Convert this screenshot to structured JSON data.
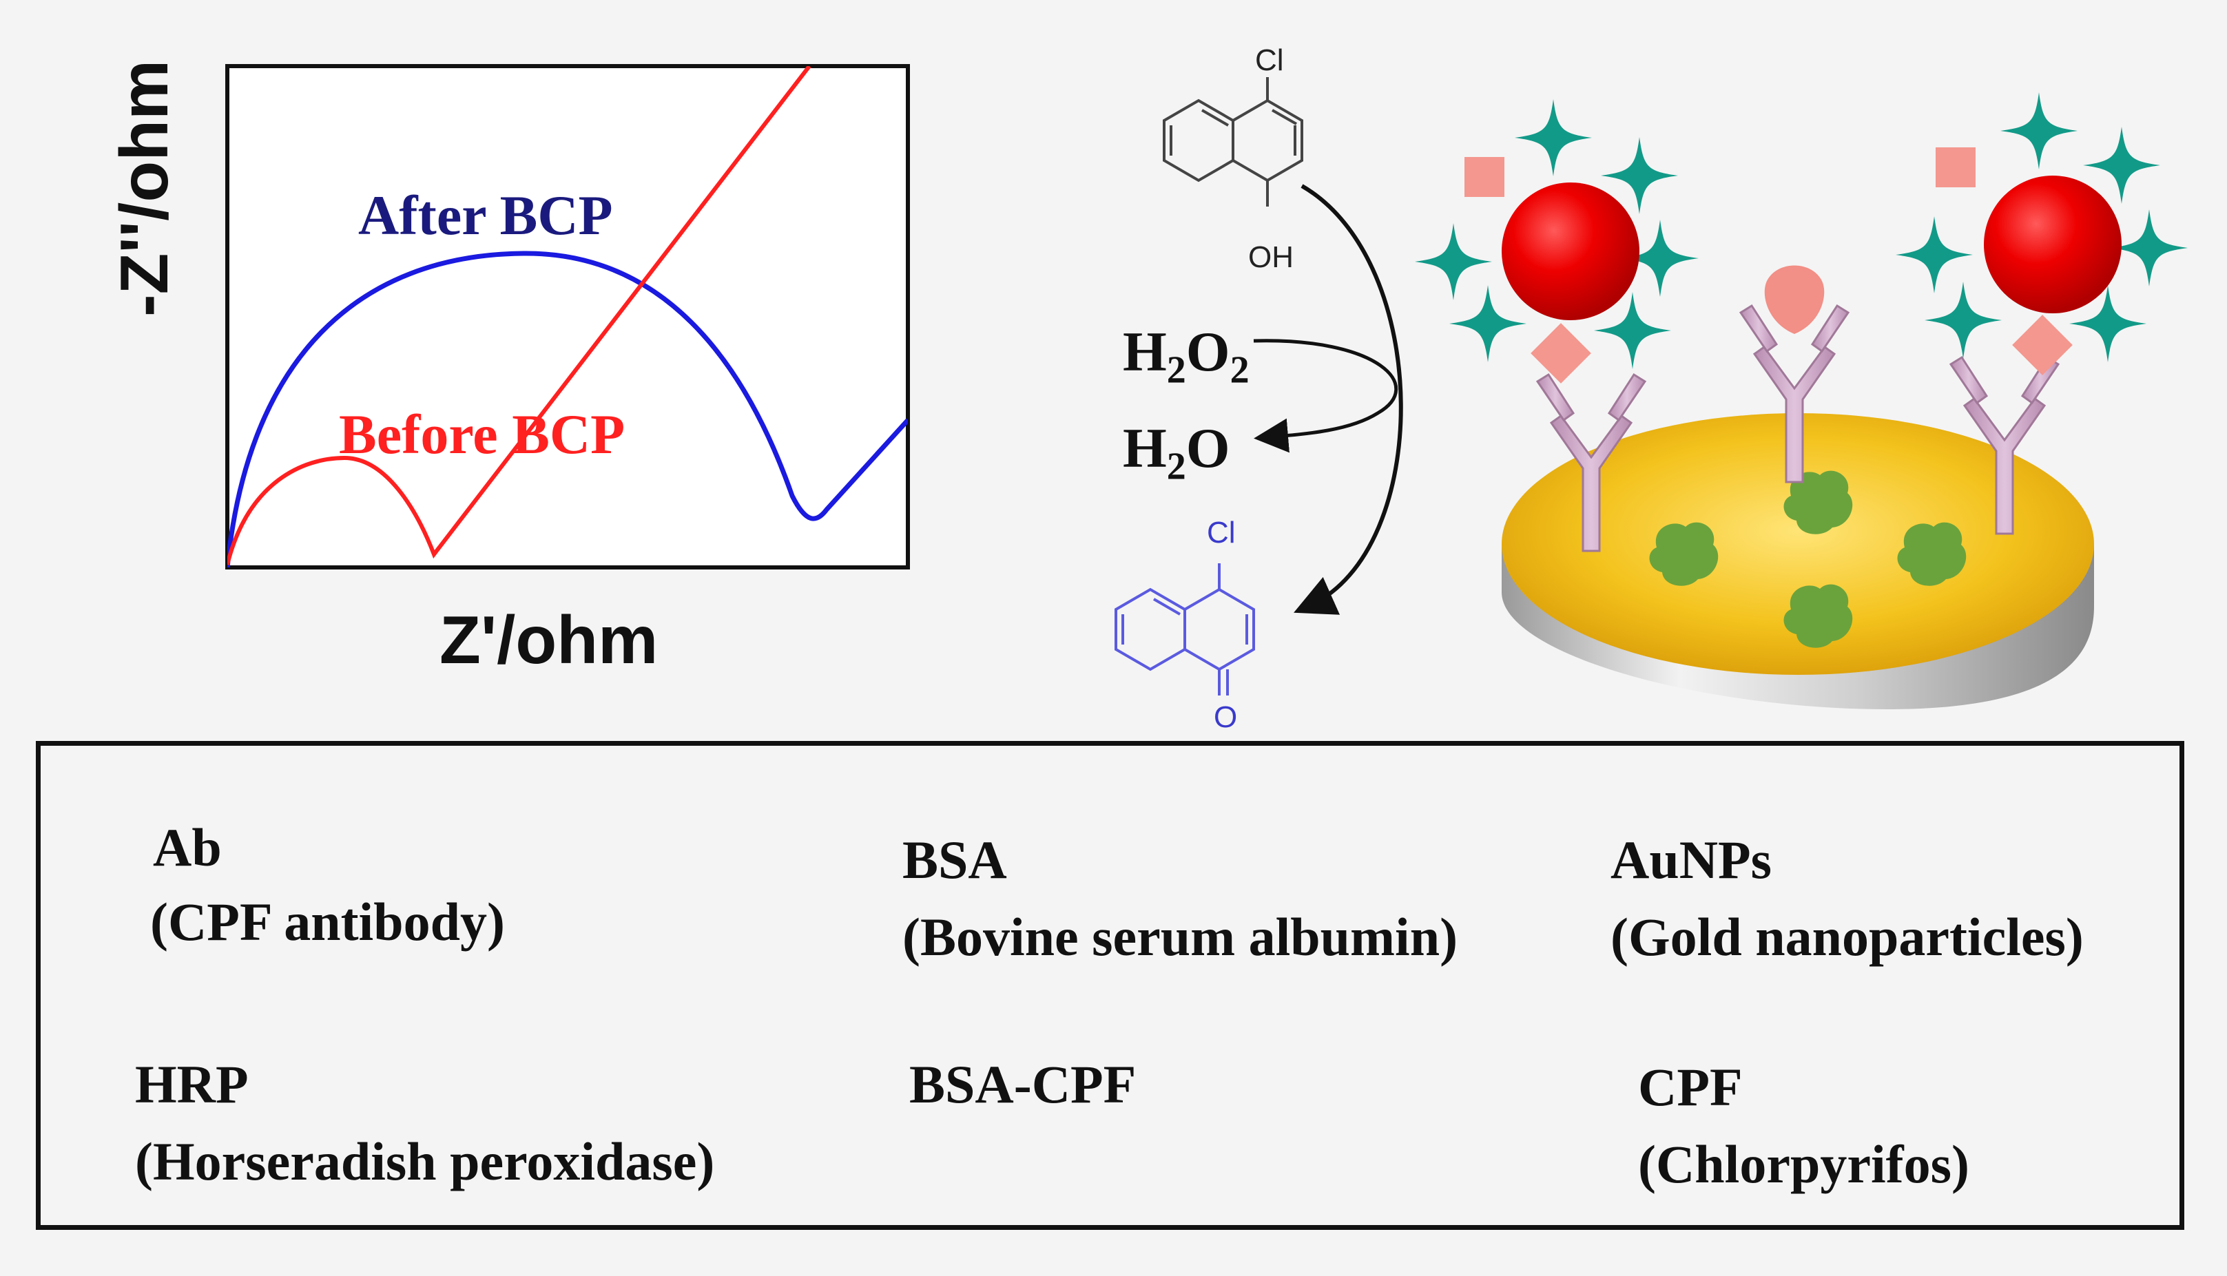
{
  "plot": {
    "x_label": "Z'/ohm",
    "y_label": "-Z''/ohm",
    "after_label": "After BCP",
    "before_label": "Before BCP",
    "after_color": "#1010cc",
    "before_color": "#ff1a1a"
  },
  "reaction": {
    "reactant_substituent_top": "Cl",
    "reactant_substituent_bottom": "OH",
    "product_substituent_top": "Cl",
    "product_substituent_bottom": "O",
    "reagent_in": "H",
    "reagent_in_sub": "2",
    "reagent_in_rest": "O",
    "reagent_in_sub2": "2",
    "reagent_out": "H",
    "reagent_out_sub": "2",
    "reagent_out_rest": "O",
    "product_color": "#5a5ae0"
  },
  "legend": {
    "ab": {
      "name": "Ab",
      "desc": "(CPF antibody)"
    },
    "bsa": {
      "name": "BSA",
      "desc": "(Bovine serum albumin)"
    },
    "aunps": {
      "name": "AuNPs",
      "desc": "(Gold nanoparticles)"
    },
    "hrp": {
      "name": "HRP",
      "desc": "(Horseradish peroxidase)"
    },
    "bsacpf": {
      "name": "BSA-CPF"
    },
    "cpf": {
      "name": "CPF",
      "desc": "(Chlorpyrifos)"
    }
  },
  "colors": {
    "antibody": "#c9a2c4",
    "bsa_green": "#6aa33c",
    "gold_red": "#ee0000",
    "hrp_teal": "#129a88",
    "bsacpf_pink": "#f4978e",
    "cpf_pink": "#f28f86",
    "electrode_gold": "#f0c020"
  }
}
